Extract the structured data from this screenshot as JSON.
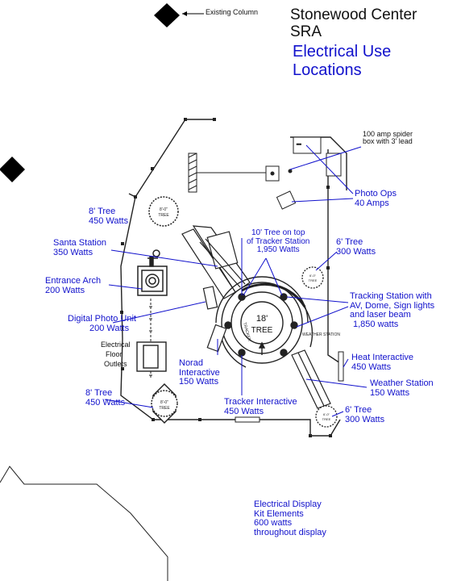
{
  "title": {
    "line1": "Stonewood Center",
    "line2": "SRA",
    "sub1": "Electrical Use",
    "sub2": "Locations"
  },
  "legend": {
    "existing_column": "Existing Column"
  },
  "labels": {
    "spider_box": [
      "100 amp spider",
      "box with 3' lead"
    ],
    "photo_ops": [
      "Photo Ops",
      "40 Amps"
    ],
    "tree_8_top": [
      "8' Tree",
      "450 Watts"
    ],
    "santa_station": [
      "Santa Station",
      "350 Watts"
    ],
    "tree_10": [
      "10' Tree on top",
      "of Tracker Station",
      "1,950 Watts"
    ],
    "tree_6_top": [
      "6' Tree",
      "300 Watts"
    ],
    "entrance_arch": [
      "Entrance Arch",
      "200 Watts"
    ],
    "tracking_station": [
      "Tracking Station with",
      "AV, Dome, Sign lights",
      "and laser beam",
      "1,850 watts"
    ],
    "digital_photo": [
      "Digital Photo Unit",
      "200 Watts"
    ],
    "electrical_floor": [
      "Electrical",
      "Floor",
      "Outlets"
    ],
    "norad": [
      "Norad",
      "Interactive",
      "150 Watts"
    ],
    "heat": [
      "Heat Interactive",
      "450 Watts"
    ],
    "weather": [
      "Weather Station",
      "150 Watts"
    ],
    "tree_8_bottom": [
      "8' Tree",
      "450 Watts"
    ],
    "tracker_interactive": [
      "Tracker Interactive",
      "450 Watts"
    ],
    "tree_6_bottom": [
      "6' Tree",
      "300 Watts"
    ],
    "kit_elements": [
      "Electrical Display",
      "Kit Elements",
      "600 watts",
      "throughout display"
    ]
  },
  "plan_text": {
    "center_tree": [
      "18'",
      "TREE"
    ],
    "tree_8_small": [
      "8'-0\"",
      "TREE"
    ],
    "tree_6_small": [
      "6'-0\"",
      "TREE"
    ],
    "weather_sign": "WEATHER STATION",
    "tracker_sign": "TRACKER"
  },
  "colors": {
    "label": "#1111cc",
    "line": "#222222",
    "leader": "#1111cc"
  }
}
